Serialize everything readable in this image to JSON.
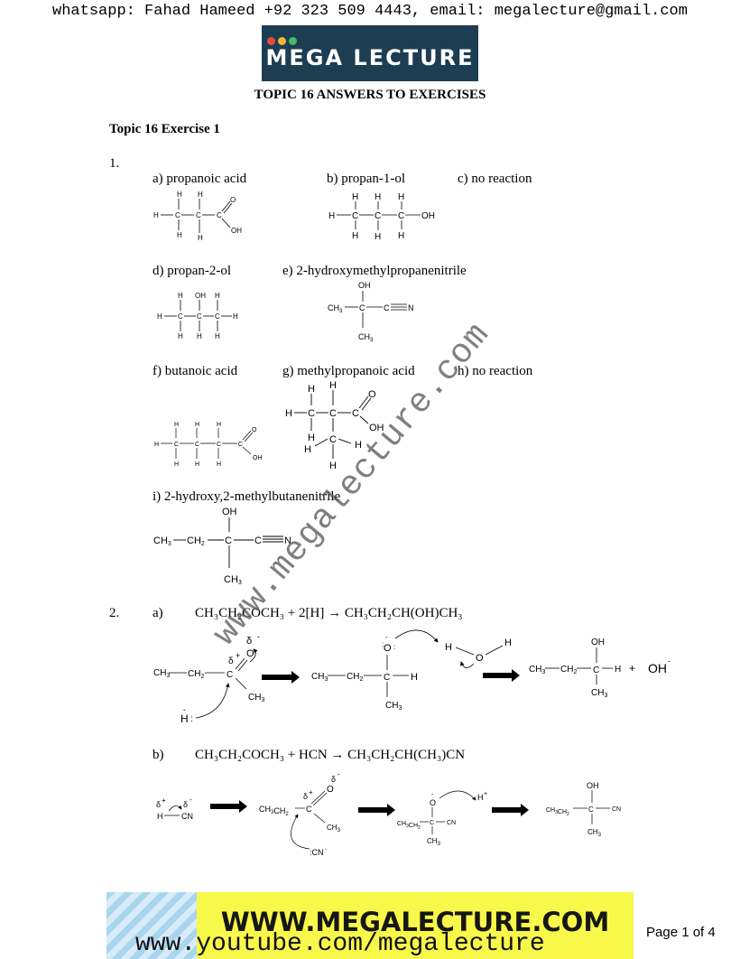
{
  "header": {
    "contact": "whatsapp: Fahad Hameed +92 323 509 4443, email: megalecture@gmail.com"
  },
  "logo": {
    "text": "MEGA LECTURE",
    "dot_colors": [
      "#e94b3c",
      "#f2b632",
      "#48b968"
    ]
  },
  "doc": {
    "title": "TOPIC 16 ANSWERS TO EXERCISES",
    "exercise": "Topic 16 Exercise 1",
    "q1": "1.",
    "items": {
      "a": "a) propanoic acid",
      "b": "b) propan-1-ol",
      "c": "c) no reaction",
      "d": "d) propan-2-ol",
      "e": "e) 2-hydroxymethylpropanenitrile",
      "f": "f) butanoic acid",
      "g": "g) methylpropanoic acid",
      "h": "h) no reaction",
      "i": "i) 2-hydroxy,2-methylbutanenitrile"
    },
    "q2": "2.",
    "q2a_label": "a)",
    "q2a_eq": "CH₃CH₂COCH₃ + 2[H] → CH₃CH₂CH(OH)CH₃",
    "q2b_label": "b)",
    "q2b_eq": "CH₃CH₂COCH₃ + HCN → CH₃CH₂CH(CH₃)CN"
  },
  "watermark": "www.megalecture.com",
  "footer": {
    "site": "WWW.MEGALECTURE.COM",
    "youtube": "www.youtube.com/megalecture",
    "page": "Page 1 of 4"
  }
}
